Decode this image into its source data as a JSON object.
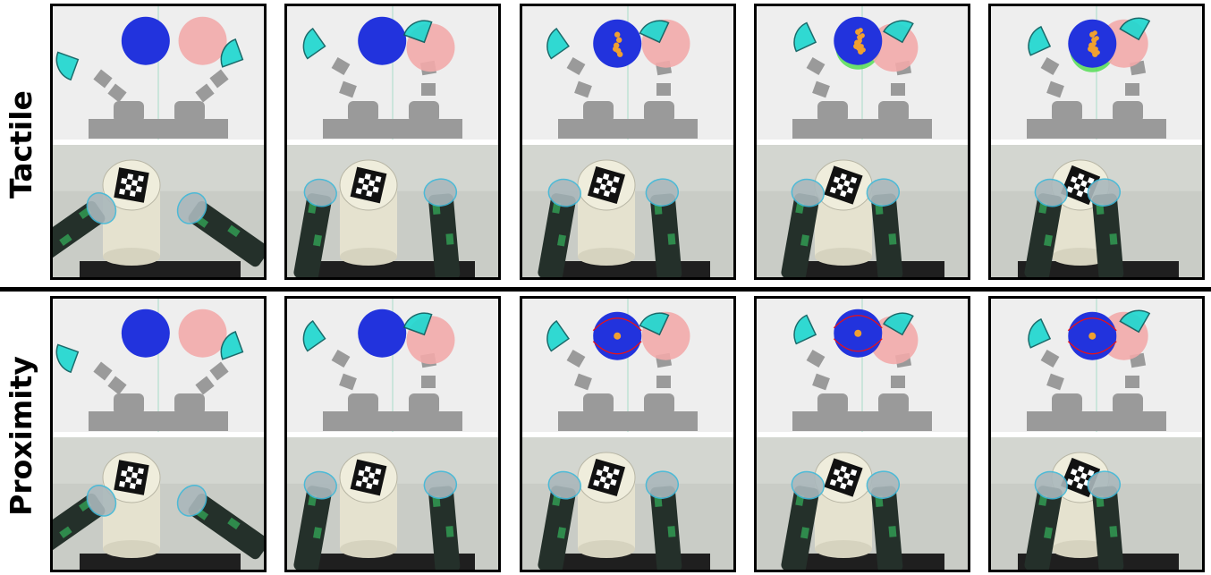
{
  "rows": [
    {
      "label": "Tactile",
      "mode": "tactile"
    },
    {
      "label": "Proximity",
      "mode": "proximity"
    }
  ],
  "colors": {
    "object": "#2233dd",
    "goal": "#f2aaaa",
    "fingertip": "#20d8d0",
    "link": "#9a9a9a",
    "base": "#9a9a9a",
    "sim_background": "#eeeeee",
    "contact_points": "#f0a030",
    "contact_lines": "#ee1111",
    "overlap": "#55dd55"
  },
  "icons": [
    "robot-hand-icon",
    "cylinder-object-icon",
    "aruco-marker-icon"
  ]
}
